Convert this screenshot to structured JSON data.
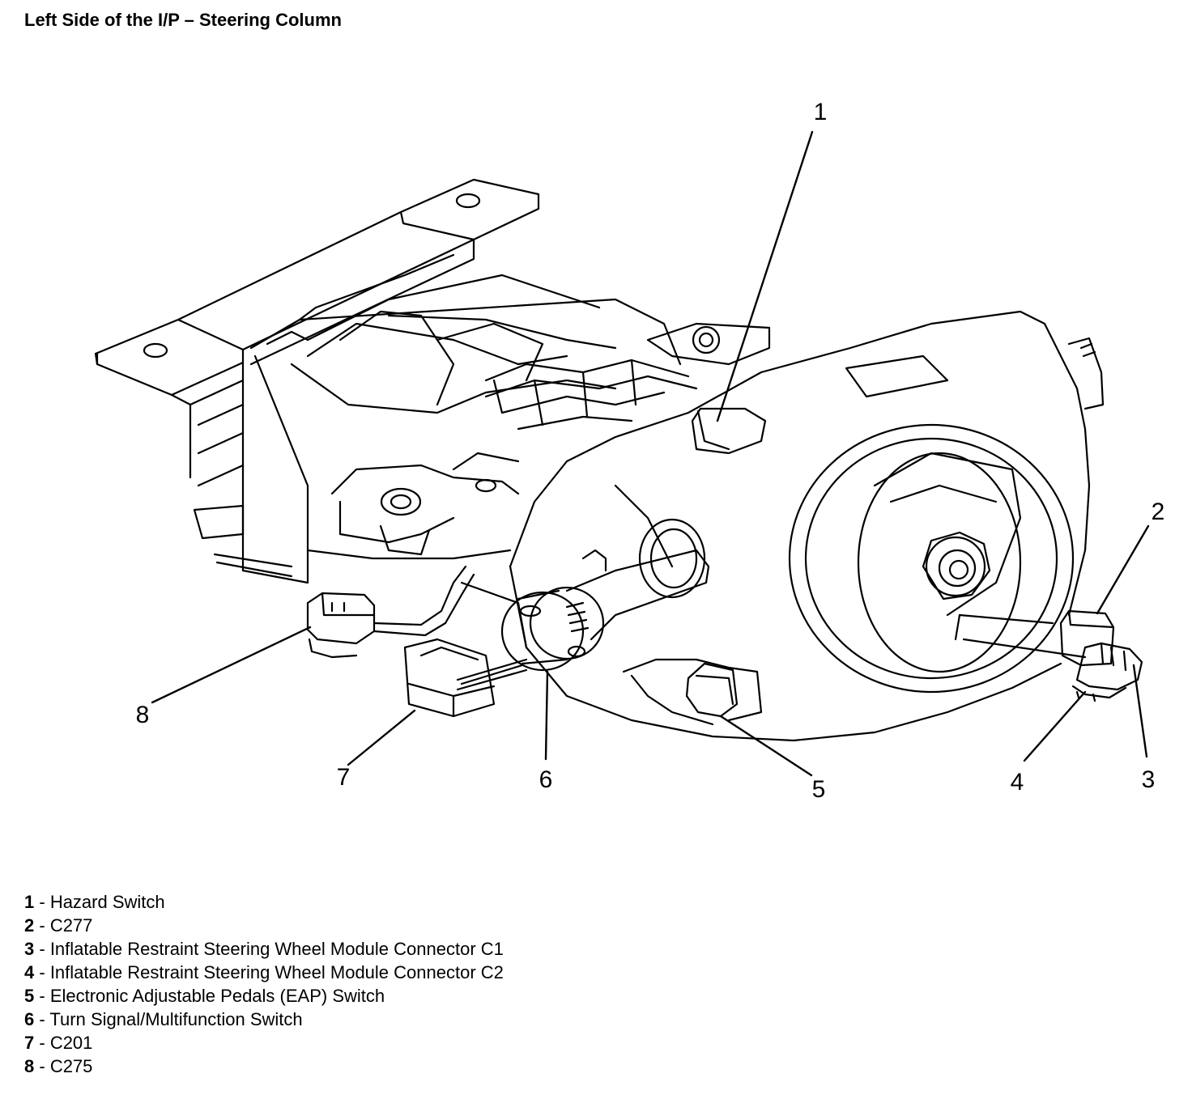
{
  "title": "Left Side of the I/P – Steering Column",
  "callouts": [
    {
      "number": "1",
      "label": "Hazard Switch"
    },
    {
      "number": "2",
      "label": "C277"
    },
    {
      "number": "3",
      "label": "Inflatable Restraint Steering Wheel Module Connector C1"
    },
    {
      "number": "4",
      "label": "Inflatable Restraint Steering Wheel Module Connector C2"
    },
    {
      "number": "5",
      "label": "Electronic Adjustable Pedals (EAP) Switch"
    },
    {
      "number": "6",
      "label": "Turn Signal/Multifunction Switch"
    },
    {
      "number": "7",
      "label": "C201"
    },
    {
      "number": "8",
      "label": "C275"
    }
  ],
  "legend_separator": " - "
}
